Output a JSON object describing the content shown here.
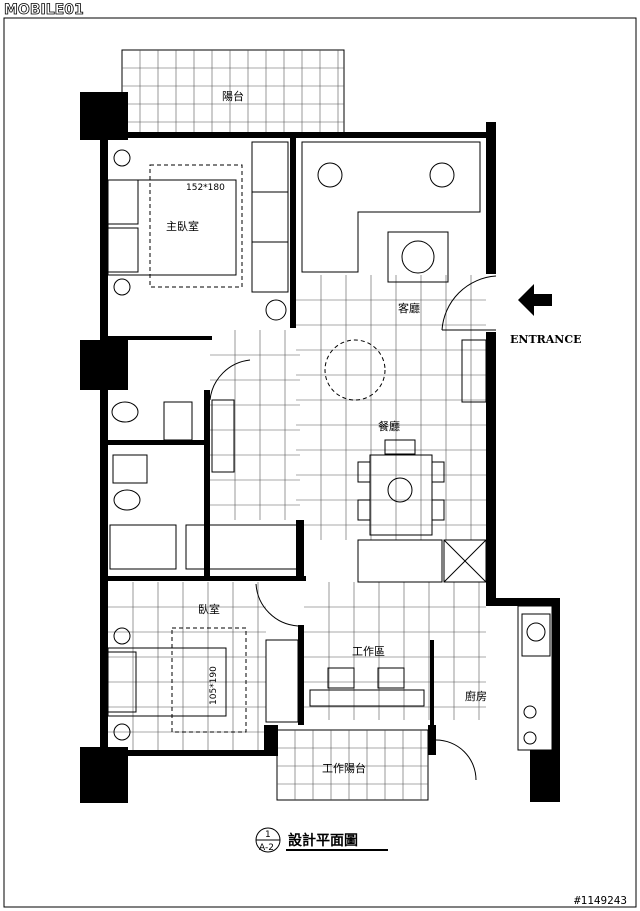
{
  "watermark_logo": "MOBILE01",
  "image_id": "#1149243",
  "rooms": {
    "balcony": "陽台",
    "master_bedroom": "主臥室",
    "master_bed_size": "152*180",
    "living_room": "客廳",
    "dining_room": "餐廳",
    "bedroom": "臥室",
    "bed_size": "105*190",
    "work_area": "工作區",
    "kitchen": "廚房",
    "service_balcony": "工作陽台"
  },
  "entrance": "ENTRANCE",
  "drawing": {
    "number": "1",
    "sheet": "A-2",
    "title": "設計平面圖"
  }
}
